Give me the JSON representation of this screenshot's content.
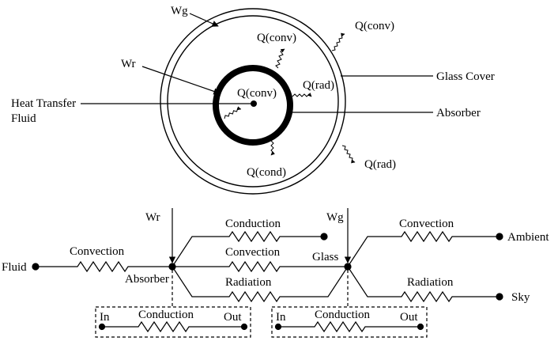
{
  "top_diagram": {
    "labels": {
      "wg": "Wg",
      "wr": "Wr",
      "htf_line1": "Heat Transfer",
      "htf_line2": "Fluid",
      "q_conv_center": "Q(conv)",
      "q_conv_inner": "Q(conv)",
      "q_conv_outer": "Q(conv)",
      "q_rad_inner": "Q(rad)",
      "q_rad_outer": "Q(rad)",
      "q_cond": "Q(cond)",
      "glass_cover": "Glass Cover",
      "absorber": "Absorber"
    }
  },
  "bottom_diagram": {
    "labels": {
      "wr": "Wr",
      "wg": "Wg",
      "fluid": "Fluid",
      "convection_fluid": "Convection",
      "absorber": "Absorber",
      "conduction_top": "Conduction",
      "convection_middle": "Convection",
      "radiation_middle": "Radiation",
      "glass": "Glass",
      "convection_ambient": "Convection",
      "ambient": "Ambient",
      "radiation_sky": "Radiation",
      "sky": "Sky"
    },
    "boxes": [
      {
        "in": "In",
        "label": "Conduction",
        "out": "Out"
      },
      {
        "in": "In",
        "label": "Conduction",
        "out": "Out"
      }
    ]
  }
}
